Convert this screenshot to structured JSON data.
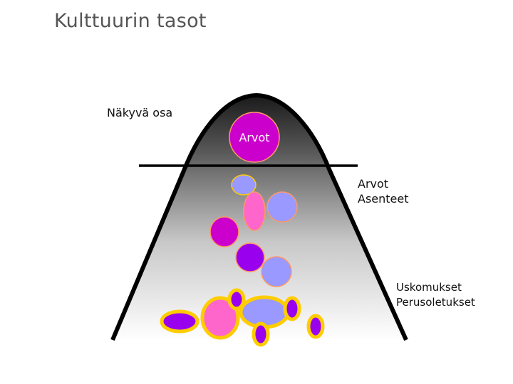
{
  "title": "Kulttuurin tasot",
  "labels": {
    "visible_part": "Näkyvä osa",
    "top_circle": "Arvot",
    "middle": [
      "Arvot",
      "Asenteet"
    ],
    "bottom": [
      "Uskomukset",
      "Perusoletukset"
    ]
  },
  "colors": {
    "mountain_top": "#1a1a1a",
    "mountain_bottom": "#ffffff",
    "outline": "#000000",
    "magenta": "#cc00cc",
    "pink": "#ff66cc",
    "periwinkle": "#9999ff",
    "violet": "#9900ee",
    "yellow": "#ffcc00"
  }
}
